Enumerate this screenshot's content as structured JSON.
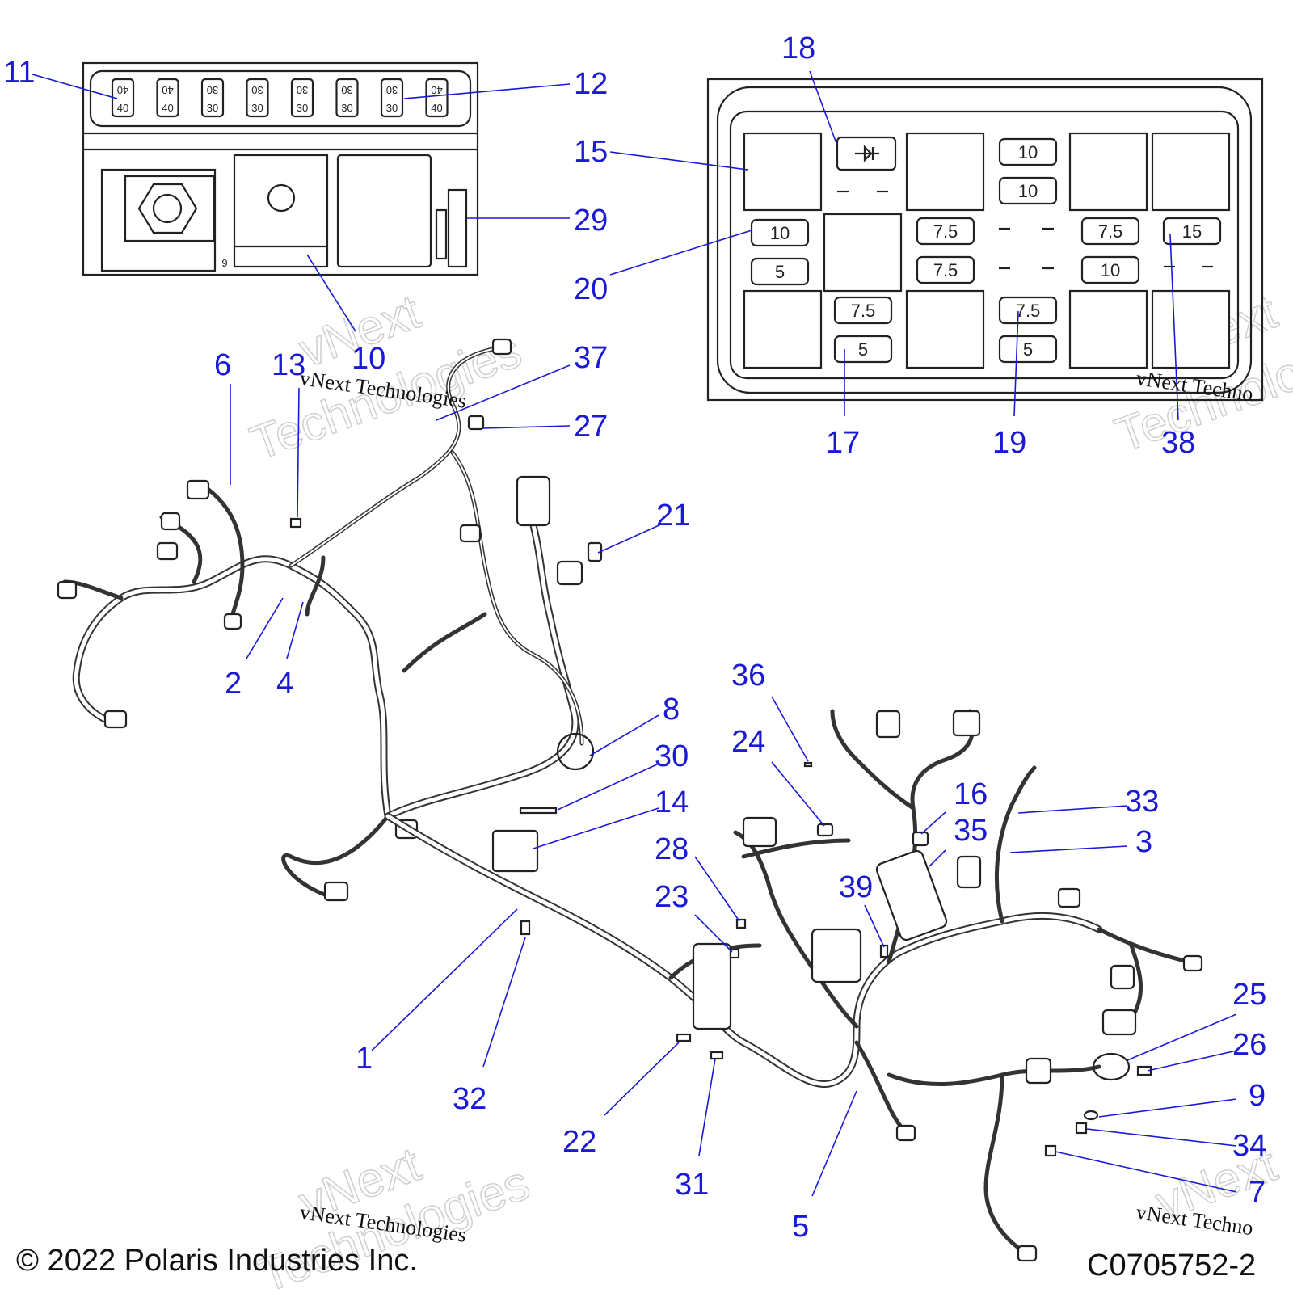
{
  "callouts": [
    {
      "id": "c1",
      "label": "1"
    },
    {
      "id": "c2",
      "label": "2"
    },
    {
      "id": "c3",
      "label": "3"
    },
    {
      "id": "c4",
      "label": "4"
    },
    {
      "id": "c5",
      "label": "5"
    },
    {
      "id": "c6",
      "label": "6"
    },
    {
      "id": "c7",
      "label": "7"
    },
    {
      "id": "c8",
      "label": "8"
    },
    {
      "id": "c9",
      "label": "9"
    },
    {
      "id": "c10",
      "label": "10"
    },
    {
      "id": "c11",
      "label": "11"
    },
    {
      "id": "c12",
      "label": "12"
    },
    {
      "id": "c13",
      "label": "13"
    },
    {
      "id": "c14",
      "label": "14"
    },
    {
      "id": "c15",
      "label": "15"
    },
    {
      "id": "c16",
      "label": "16"
    },
    {
      "id": "c17",
      "label": "17"
    },
    {
      "id": "c18",
      "label": "18"
    },
    {
      "id": "c19",
      "label": "19"
    },
    {
      "id": "c20",
      "label": "20"
    },
    {
      "id": "c21",
      "label": "21"
    },
    {
      "id": "c22",
      "label": "22"
    },
    {
      "id": "c23",
      "label": "23"
    },
    {
      "id": "c24",
      "label": "24"
    },
    {
      "id": "c25",
      "label": "25"
    },
    {
      "id": "c26",
      "label": "26"
    },
    {
      "id": "c27",
      "label": "27"
    },
    {
      "id": "c28",
      "label": "28"
    },
    {
      "id": "c29",
      "label": "29"
    },
    {
      "id": "c30",
      "label": "30"
    },
    {
      "id": "c31",
      "label": "31"
    },
    {
      "id": "c32",
      "label": "32"
    },
    {
      "id": "c33",
      "label": "33"
    },
    {
      "id": "c34",
      "label": "34"
    },
    {
      "id": "c35",
      "label": "35"
    },
    {
      "id": "c36",
      "label": "36"
    },
    {
      "id": "c37",
      "label": "37"
    },
    {
      "id": "c38",
      "label": "38"
    },
    {
      "id": "c39",
      "label": "39"
    }
  ],
  "top_fuse_box": {
    "fuses": [
      {
        "top": "40",
        "bottom": "40"
      },
      {
        "top": "40",
        "bottom": "40"
      },
      {
        "top": "30",
        "bottom": "30"
      },
      {
        "top": "30",
        "bottom": "30"
      },
      {
        "top": "30",
        "bottom": "30"
      },
      {
        "top": "30",
        "bottom": "30"
      },
      {
        "top": "30",
        "bottom": "30"
      },
      {
        "top": "40",
        "bottom": "40"
      }
    ],
    "label_9": "9"
  },
  "relay_fuse_box": {
    "col_a": [
      "10",
      "5"
    ],
    "col_b": [
      "7.5",
      "5"
    ],
    "col_c": [
      "7.5",
      "7.5"
    ],
    "col_d": [
      "10",
      "10",
      "7.5",
      "5"
    ],
    "col_e": [
      "7.5",
      "10"
    ],
    "col_f": [
      "15"
    ]
  },
  "watermark": {
    "line1": "vNext",
    "line2": "Technologies",
    "small": "vNext Technologies",
    "small_cut": "vNext Techno"
  },
  "footer": {
    "copyright": "© 2022 Polaris Industries Inc.",
    "code": "C0705752-2"
  },
  "colors": {
    "callout": "#1a1ad6",
    "line_art": "#222222"
  }
}
